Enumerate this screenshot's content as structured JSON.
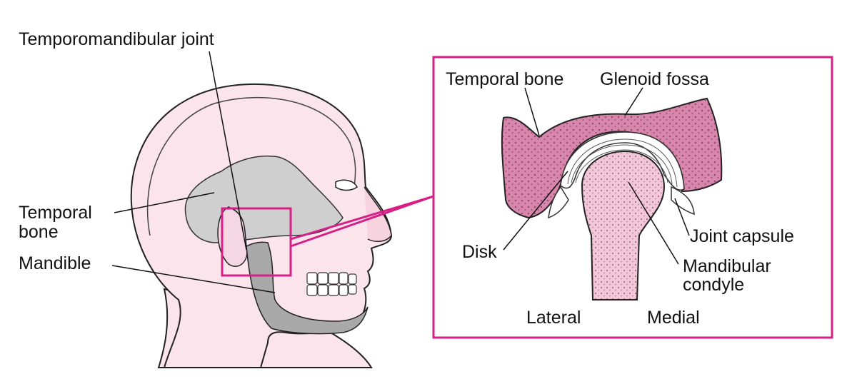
{
  "labels": {
    "tmj": "Temporomandibular joint",
    "temporal_bone_left_line1": "Temporal",
    "temporal_bone_left_line2": "bone",
    "mandible": "Mandible",
    "temporal_bone_inset": "Temporal bone",
    "glenoid_fossa": "Glenoid fossa",
    "joint_capsule": "Joint capsule",
    "disk": "Disk",
    "mandibular_condyle_line1": "Mandibular",
    "mandibular_condyle_line2": "condyle",
    "lateral": "Lateral",
    "medial": "Medial"
  },
  "colors": {
    "skin": "#fbe4ec",
    "bone_pink": "#d986ad",
    "condyle_pink": "#f3c6d8",
    "skull_gray": "#cfcfcf",
    "mandible_gray": "#a9a9a9",
    "accent": "#d61f87"
  }
}
